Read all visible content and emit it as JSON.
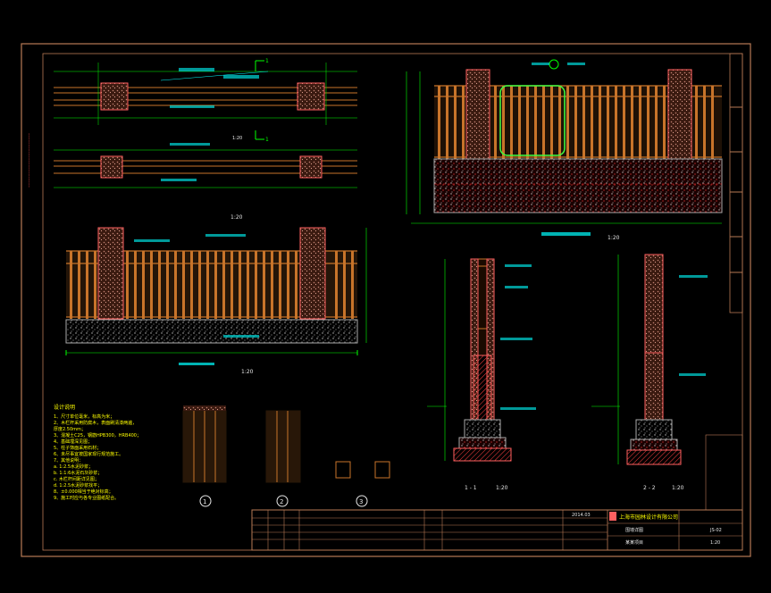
{
  "colors": {
    "background": "#000000",
    "frame": "#b87a55",
    "fence_wood": "#c8742a",
    "dimension": "#00ff00",
    "text": "#e6e6e6",
    "label": "#00ffff",
    "hatch_red": "#ff3030",
    "highlight_green": "#40ff40",
    "title_yellow": "#ffff00"
  },
  "drawing": {
    "section_mark_top": "1",
    "section_mark_bottom": "1",
    "scale_plan": "1:20",
    "scale_elevation": "1:20",
    "scale_elevation_label": "1:20",
    "scale_right_elevation": "1:20",
    "scale_section_a": "1:20",
    "scale_section_b": "1:20",
    "detail_1": "1",
    "detail_2": "2",
    "detail_3": "3",
    "section_a_label": "1 - 1",
    "section_b_label": "2 - 2"
  },
  "notes": {
    "title": "设计说明",
    "lines": [
      "1、尺寸单位毫米，标高为米；",
      "2、木栏杆采用防腐木，表面刷清漆两遍，",
      "   厚度2.50mm；",
      "3、混凝土C25，钢筋HPB300，HRB400；",
      "4、基础埋深见图；",
      "5、柱子饰面采用石材；",
      "6、未尽事宜按国家现行规范施工。",
      "7、其他说明：",
      "   a. 1:2.5水泥砂浆；",
      "   b. 1:1:6水泥石灰砂浆；",
      "   c. 木栏杆间距详见图；",
      "   d. 1:2.5水泥砂浆找平；",
      "8、±0.000相当于绝对标高；",
      "9、施工时应与各专业图纸配合。"
    ]
  },
  "title_block": {
    "company": "上海市园林设计有限公司",
    "drawing_name": "围墙详图",
    "project": "某某项目",
    "sheet_no": "JS-02",
    "scale": "1:20",
    "date": "2014.03"
  }
}
